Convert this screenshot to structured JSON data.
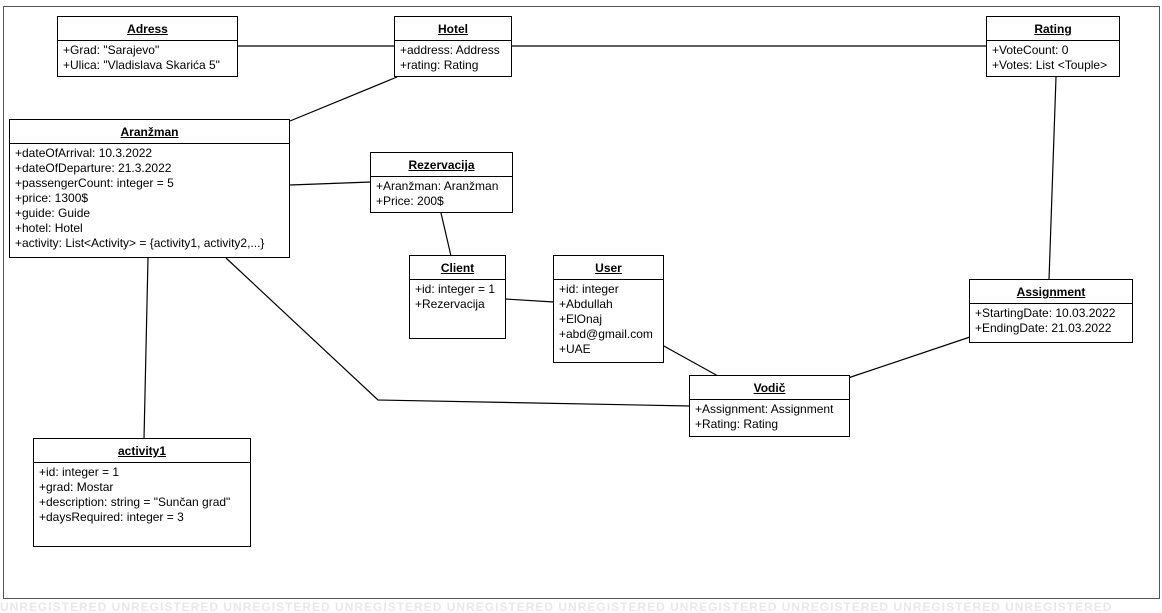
{
  "diagram": {
    "classes": [
      {
        "id": "adress",
        "name": "Adress",
        "attributes": [
          "+Grad: \"Sarajevo\"",
          "+Ulica: \"Vladislava Skarića 5\""
        ]
      },
      {
        "id": "hotel",
        "name": "Hotel",
        "attributes": [
          "+address: Address",
          "+rating: Rating"
        ]
      },
      {
        "id": "rating",
        "name": "Rating",
        "attributes": [
          "+VoteCount: 0",
          "+Votes: List <Touple>"
        ]
      },
      {
        "id": "aranzman",
        "name": "Aranžman",
        "attributes": [
          "+dateOfArrival: 10.3.2022",
          "+dateOfDeparture: 21.3.2022",
          "+passengerCount: integer = 5",
          "+price: 1300$",
          "+guide: Guide",
          "+hotel: Hotel",
          "+activity: List<Activity> = {activity1, activity2,...}"
        ]
      },
      {
        "id": "rezervacija",
        "name": "Rezervacija",
        "attributes": [
          "+Aranžman: Aranžman",
          "+Price: 200$"
        ]
      },
      {
        "id": "client",
        "name": "Client",
        "attributes": [
          "+id: integer = 1",
          "+Rezervacija"
        ]
      },
      {
        "id": "user",
        "name": "User",
        "attributes": [
          "+id: integer",
          "+Abdullah",
          "+ElOnaj",
          "+abd@gmail.com",
          "+UAE"
        ]
      },
      {
        "id": "assignment",
        "name": "Assignment",
        "attributes": [
          "+StartingDate: 10.03.2022",
          "+EndingDate: 21.03.2022"
        ]
      },
      {
        "id": "vodic",
        "name": "Vodič",
        "attributes": [
          "+Assignment: Assignment",
          "+Rating: Rating"
        ]
      },
      {
        "id": "activity1",
        "name": "activity1",
        "attributes": [
          "+id: integer = 1",
          "+grad: Mostar",
          "+description: string = \"Sunčan grad\"",
          "+daysRequired: integer = 3"
        ]
      }
    ],
    "associations": [
      {
        "from": "adress",
        "to": "hotel"
      },
      {
        "from": "hotel",
        "to": "rating"
      },
      {
        "from": "hotel",
        "to": "aranzman"
      },
      {
        "from": "aranzman",
        "to": "rezervacija"
      },
      {
        "from": "rezervacija",
        "to": "client"
      },
      {
        "from": "client",
        "to": "user"
      },
      {
        "from": "user",
        "to": "vodic"
      },
      {
        "from": "rating",
        "to": "assignment"
      },
      {
        "from": "assignment",
        "to": "vodic"
      },
      {
        "from": "aranzman",
        "to": "vodic"
      },
      {
        "from": "aranzman",
        "to": "activity1"
      }
    ]
  },
  "watermark": "UNREGISTERED UNREGISTERED UNREGISTERED UNREGISTERED UNREGISTERED UNREGISTERED UNREGISTERED UNREGISTERED UNREGISTERED UNREGISTERED"
}
